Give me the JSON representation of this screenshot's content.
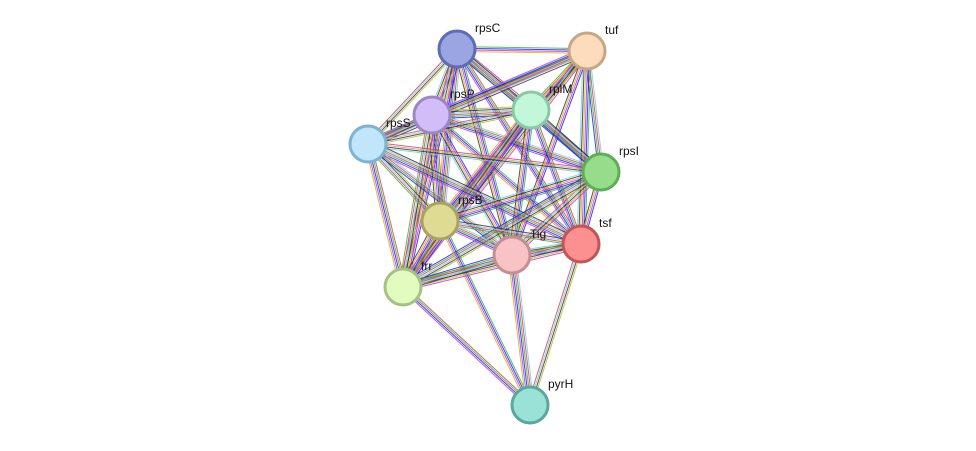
{
  "network": {
    "nodes": [
      {
        "id": "rpsC",
        "label": "rpsC",
        "fill": "#9aa5e1",
        "stroke": "#5e6bb5"
      },
      {
        "id": "tuf",
        "label": "tuf",
        "fill": "#fddcbd",
        "stroke": "#c7a684"
      },
      {
        "id": "rpsP",
        "label": "rpsP",
        "fill": "#d2bdf8",
        "stroke": "#9c86c9"
      },
      {
        "id": "rplM",
        "label": "rplM",
        "fill": "#c2f8d9",
        "stroke": "#8bc8a4"
      },
      {
        "id": "rpsS",
        "label": "rpsS",
        "fill": "#c0e6fb",
        "stroke": "#7fb2cf"
      },
      {
        "id": "rpsI",
        "label": "rpsI",
        "fill": "#95dd8a",
        "stroke": "#5fad54"
      },
      {
        "id": "rpsB",
        "label": "rpsB",
        "fill": "#dfdb93",
        "stroke": "#a8a45f"
      },
      {
        "id": "tsf",
        "label": "tsf",
        "fill": "#fc9090",
        "stroke": "#c25555"
      },
      {
        "id": "tig",
        "label": "Tig",
        "fill": "#f9c3c6",
        "stroke": "#c58d91"
      },
      {
        "id": "frr",
        "label": "frr",
        "fill": "#e2fcc0",
        "stroke": "#a3c283"
      },
      {
        "id": "pyrH",
        "label": "pyrH",
        "fill": "#9ae2d7",
        "stroke": "#5ba79b"
      }
    ],
    "edges": [
      [
        "rpsC",
        "tuf"
      ],
      [
        "rpsC",
        "rpsP"
      ],
      [
        "rpsC",
        "rplM"
      ],
      [
        "rpsC",
        "rpsS"
      ],
      [
        "rpsC",
        "rpsI"
      ],
      [
        "rpsC",
        "rpsB"
      ],
      [
        "rpsC",
        "tsf"
      ],
      [
        "rpsC",
        "tig"
      ],
      [
        "rpsC",
        "frr"
      ],
      [
        "tuf",
        "rpsP"
      ],
      [
        "tuf",
        "rplM"
      ],
      [
        "tuf",
        "rpsS"
      ],
      [
        "tuf",
        "rpsI"
      ],
      [
        "tuf",
        "rpsB"
      ],
      [
        "tuf",
        "tsf"
      ],
      [
        "tuf",
        "tig"
      ],
      [
        "tuf",
        "frr"
      ],
      [
        "rpsP",
        "rplM"
      ],
      [
        "rpsP",
        "rpsS"
      ],
      [
        "rpsP",
        "rpsI"
      ],
      [
        "rpsP",
        "rpsB"
      ],
      [
        "rpsP",
        "tsf"
      ],
      [
        "rpsP",
        "tig"
      ],
      [
        "rpsP",
        "frr"
      ],
      [
        "rplM",
        "rpsS"
      ],
      [
        "rplM",
        "rpsI"
      ],
      [
        "rplM",
        "rpsB"
      ],
      [
        "rplM",
        "tsf"
      ],
      [
        "rplM",
        "tig"
      ],
      [
        "rplM",
        "frr"
      ],
      [
        "rpsS",
        "rpsI"
      ],
      [
        "rpsS",
        "rpsB"
      ],
      [
        "rpsS",
        "tsf"
      ],
      [
        "rpsS",
        "tig"
      ],
      [
        "rpsS",
        "frr"
      ],
      [
        "rpsI",
        "rpsB"
      ],
      [
        "rpsI",
        "tsf"
      ],
      [
        "rpsI",
        "tig"
      ],
      [
        "rpsI",
        "frr"
      ],
      [
        "rpsB",
        "tsf"
      ],
      [
        "rpsB",
        "tig"
      ],
      [
        "rpsB",
        "frr"
      ],
      [
        "rpsB",
        "pyrH"
      ],
      [
        "tsf",
        "tig"
      ],
      [
        "tsf",
        "frr"
      ],
      [
        "tsf",
        "pyrH"
      ],
      [
        "tig",
        "frr"
      ],
      [
        "tig",
        "pyrH"
      ],
      [
        "frr",
        "pyrH"
      ]
    ],
    "edge_colors": [
      "#3cb43c",
      "#1f1fff",
      "#cc33cc",
      "#bdbd1f",
      "#333333",
      "#7bc8f6",
      "#dd4444"
    ]
  }
}
